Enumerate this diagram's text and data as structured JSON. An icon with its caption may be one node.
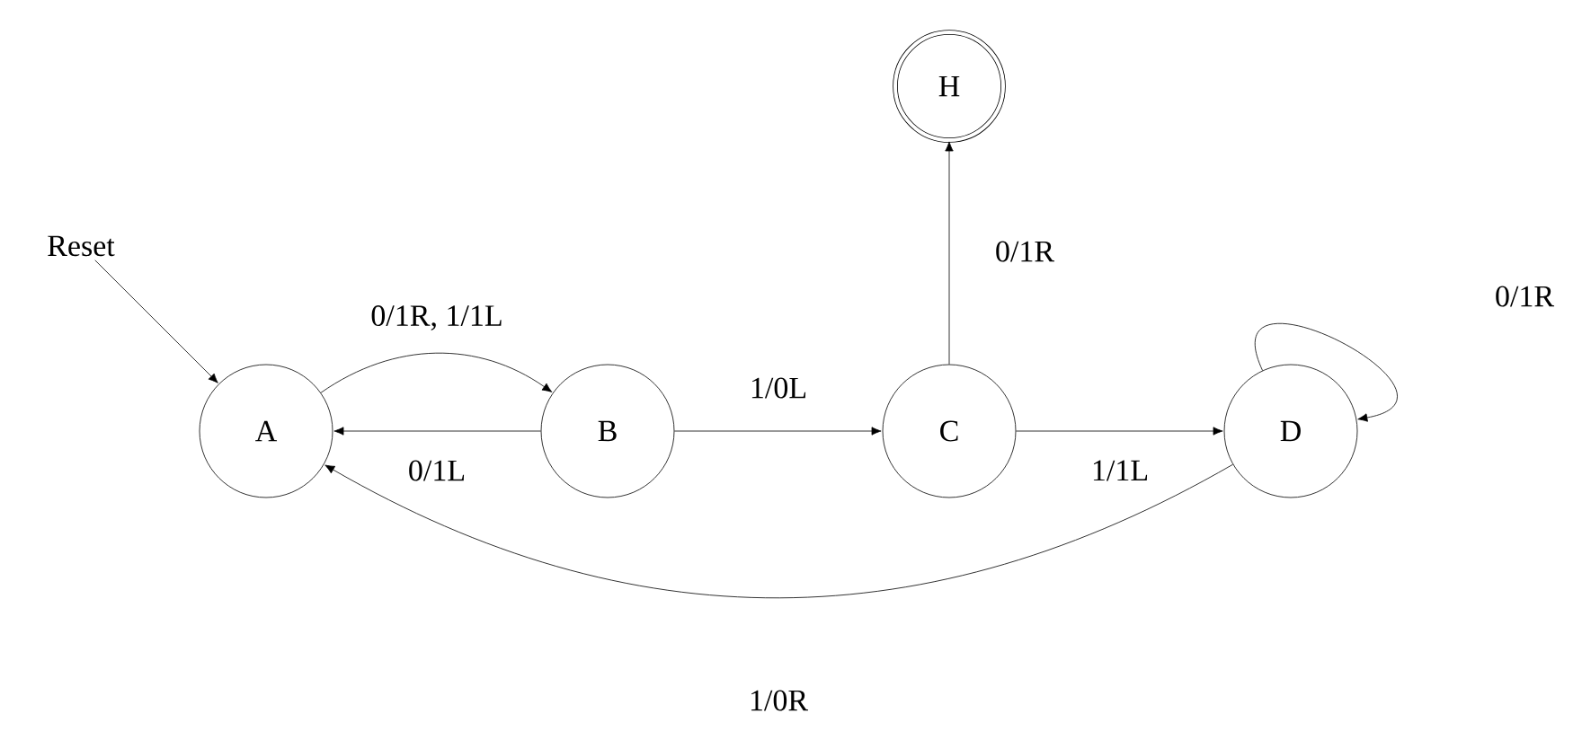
{
  "diagram": {
    "nodes": [
      {
        "text": [
          "Reset"
        ]
      },
      {
        "text": [
          "A"
        ]
      },
      {
        "text": [
          "B"
        ]
      },
      {
        "text": [
          "C"
        ]
      },
      {
        "text": [
          "D"
        ]
      },
      {
        "text": [
          "H"
        ]
      }
    ],
    "edges": [
      {
        "from": 0,
        "to": 1,
        "arrow": "to"
      },
      {
        "from": 1,
        "to": 2,
        "arrow": "to",
        "label": "0/1R, 1/1L"
      },
      {
        "from": 2,
        "to": 1,
        "arrow": "to",
        "label": "0/1L"
      },
      {
        "from": 2,
        "to": 3,
        "arrow": "to",
        "label": "1/0L"
      },
      {
        "from": 3,
        "to": 5,
        "arrow": "to",
        "label": "0/1R"
      },
      {
        "from": 3,
        "to": 4,
        "arrow": "to",
        "label": "1/1L"
      },
      {
        "from": 4,
        "to": 4,
        "arrow": "to",
        "label": "0/1R"
      },
      {
        "from": 4,
        "to": 1,
        "arrow": "to",
        "label": "1/0R"
      }
    ]
  }
}
